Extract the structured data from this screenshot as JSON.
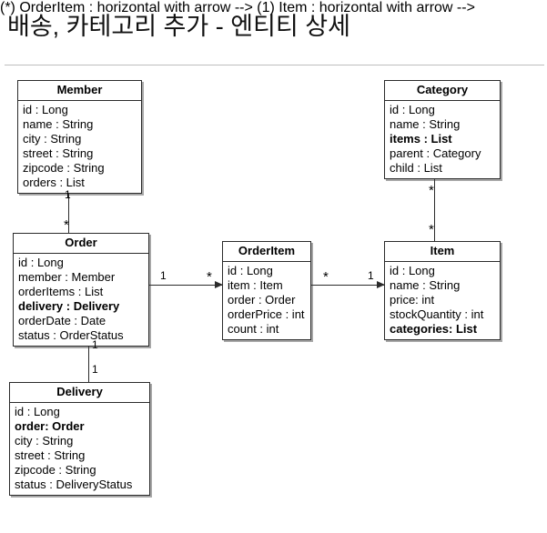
{
  "page": {
    "title": "배송, 카테고리 추가 - 엔티티 상세"
  },
  "diagram": {
    "type": "uml-class-diagram",
    "entities": [
      {
        "id": "member",
        "name": "Member",
        "attributes": [
          {
            "text": "id : Long",
            "bold": false
          },
          {
            "text": "name : String",
            "bold": false
          },
          {
            "text": "city : String",
            "bold": false
          },
          {
            "text": "street : String",
            "bold": false
          },
          {
            "text": "zipcode : String",
            "bold": false
          },
          {
            "text": "orders : List",
            "bold": false
          }
        ]
      },
      {
        "id": "category",
        "name": "Category",
        "attributes": [
          {
            "text": "id : Long",
            "bold": false
          },
          {
            "text": "name : String",
            "bold": false
          },
          {
            "text": "items : List",
            "bold": true
          },
          {
            "text": "parent : Category",
            "bold": false
          },
          {
            "text": "child : List",
            "bold": false
          }
        ]
      },
      {
        "id": "order",
        "name": "Order",
        "attributes": [
          {
            "text": "id : Long",
            "bold": false
          },
          {
            "text": "member : Member",
            "bold": false
          },
          {
            "text": "orderItems : List",
            "bold": false
          },
          {
            "text": "delivery : Delivery",
            "bold": true
          },
          {
            "text": "orderDate : Date",
            "bold": false
          },
          {
            "text": "status : OrderStatus",
            "bold": false
          }
        ]
      },
      {
        "id": "orderitem",
        "name": "OrderItem",
        "attributes": [
          {
            "text": "id : Long",
            "bold": false
          },
          {
            "text": "item : Item",
            "bold": false
          },
          {
            "text": "order : Order",
            "bold": false
          },
          {
            "text": "orderPrice : int",
            "bold": false
          },
          {
            "text": "count : int",
            "bold": false
          }
        ]
      },
      {
        "id": "item",
        "name": "Item",
        "attributes": [
          {
            "text": "id : Long",
            "bold": false
          },
          {
            "text": "name : String",
            "bold": false
          },
          {
            "text": "price: int",
            "bold": false
          },
          {
            "text": "stockQuantity : int",
            "bold": false
          },
          {
            "text": "categories: List",
            "bold": true
          }
        ]
      },
      {
        "id": "delivery",
        "name": "Delivery",
        "attributes": [
          {
            "text": "id : Long",
            "bold": false
          },
          {
            "text": "order: Order",
            "bold": true
          },
          {
            "text": "city : String",
            "bold": false
          },
          {
            "text": "street : String",
            "bold": false
          },
          {
            "text": "zipcode : String",
            "bold": false
          },
          {
            "text": "status : DeliveryStatus",
            "bold": false
          }
        ]
      }
    ],
    "relations": [
      {
        "id": "member-order",
        "from": "Member",
        "to": "Order",
        "from_mult": "1",
        "to_mult": "*"
      },
      {
        "id": "order-delivery",
        "from": "Order",
        "to": "Delivery",
        "from_mult": "1",
        "to_mult": "1"
      },
      {
        "id": "order-orderitem",
        "from": "Order",
        "to": "OrderItem",
        "from_mult": "1",
        "to_mult": "*"
      },
      {
        "id": "orderitem-item",
        "from": "OrderItem",
        "to": "Item",
        "from_mult": "*",
        "to_mult": "1"
      },
      {
        "id": "item-category",
        "from": "Item",
        "to": "Category",
        "from_mult": "*",
        "to_mult": "*"
      }
    ]
  },
  "colors": {
    "line": "#2b2b2b",
    "rule": "#bdbdbd",
    "background": "#ffffff",
    "text": "#000000"
  }
}
